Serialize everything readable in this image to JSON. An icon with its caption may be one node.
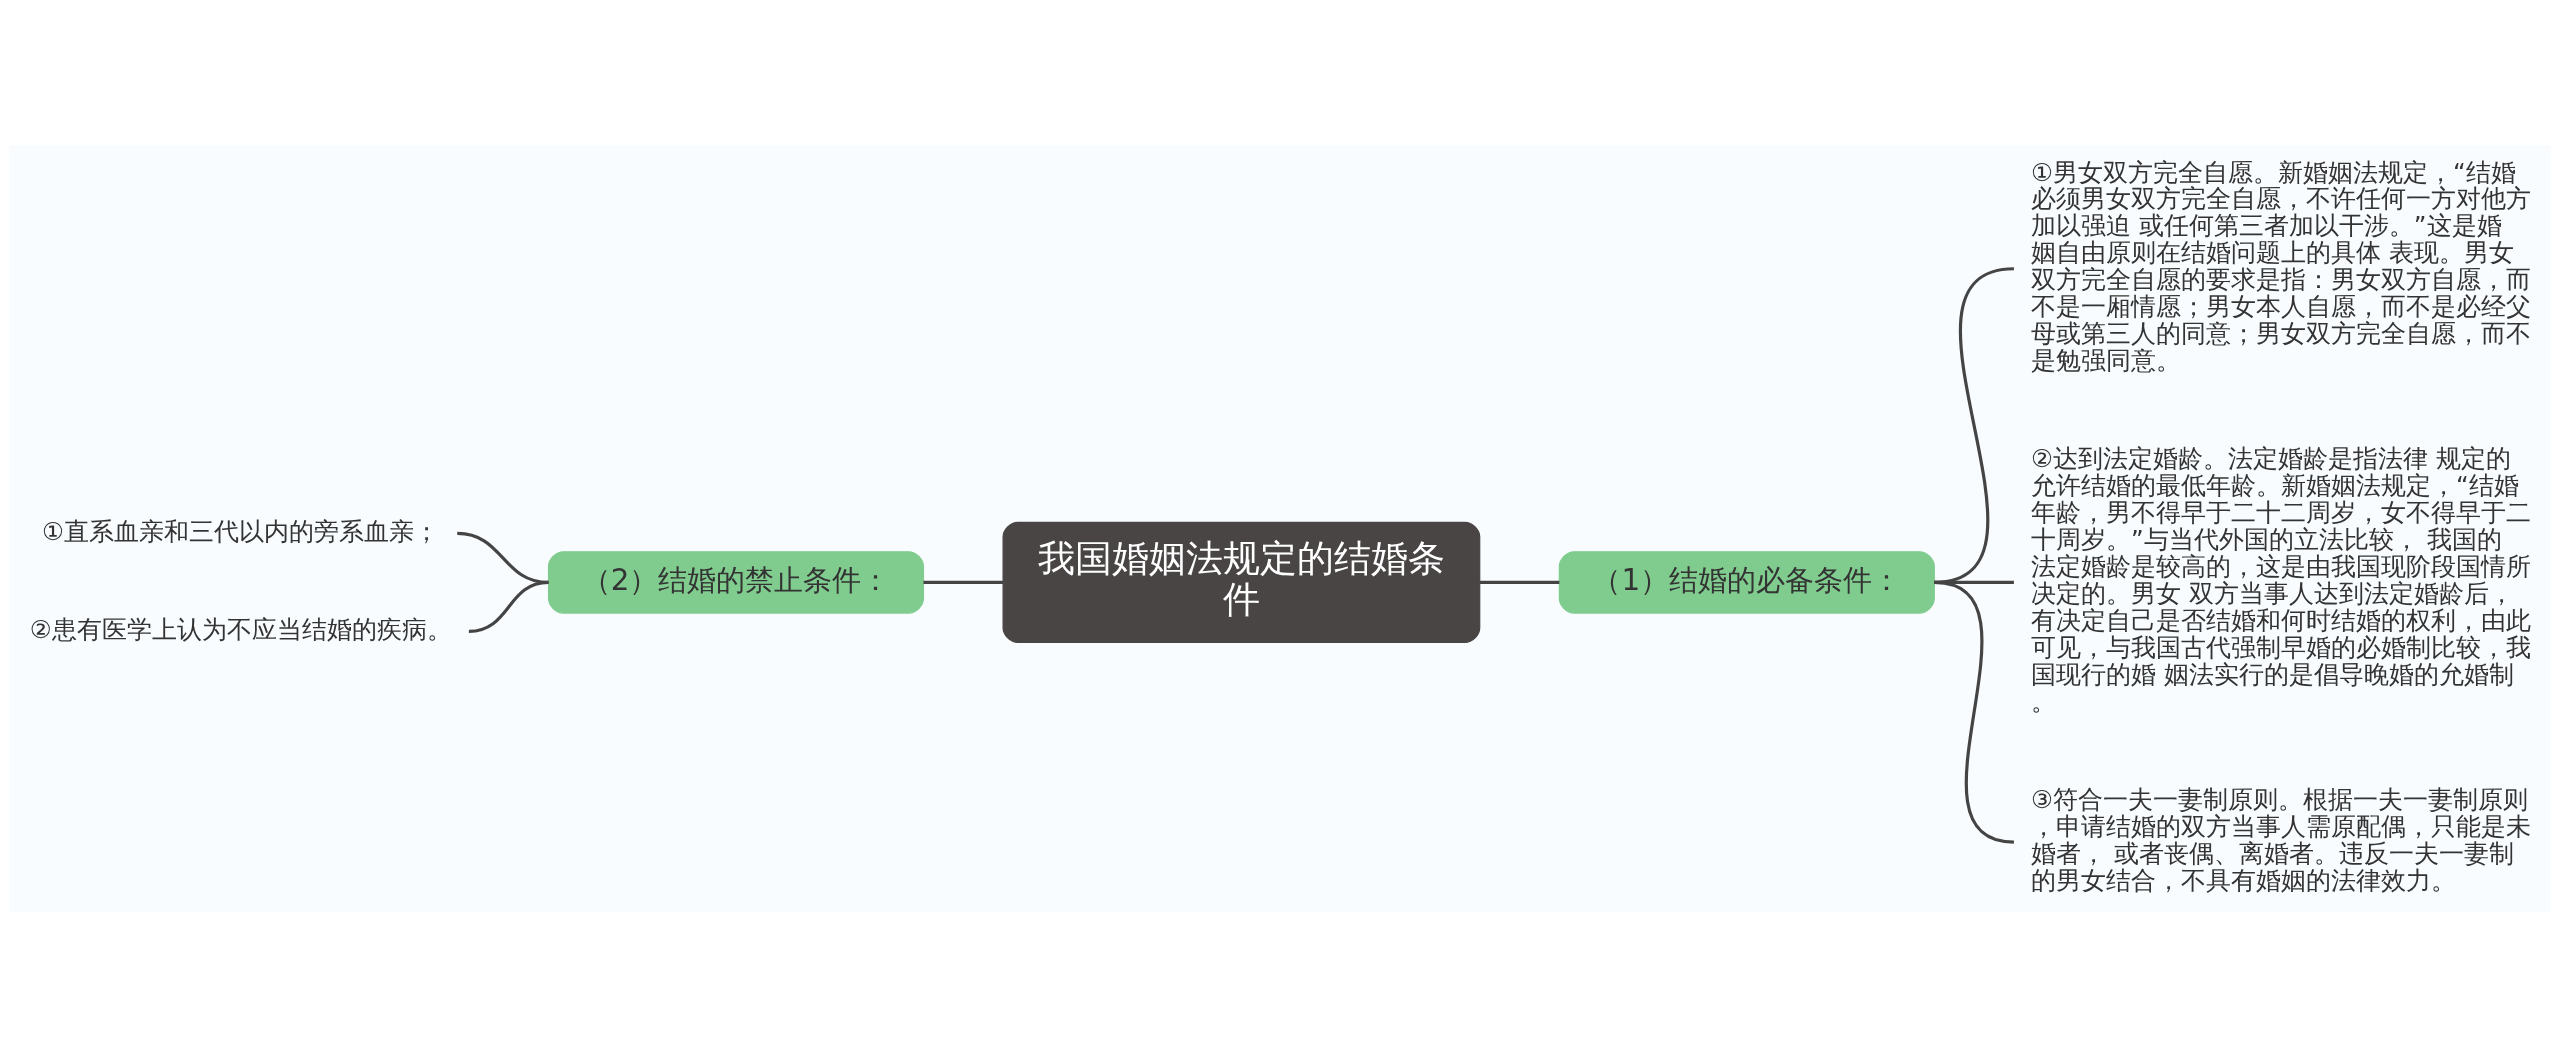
{
  "diagram": {
    "nodes": [
      {
        "text": [
          "我国婚姻法规定的结婚条件"
        ]
      },
      {
        "text": [
          "（1）结婚的必备条件："
        ]
      },
      {
        "text": [
          "①男女双方完全自愿。新婚姻法规定，“结婚必须男女双方完全自愿，不许任何一方对他方加以强迫 或任何第三者加以干涉。”这是婚姻自由原则在结婚问题上的具体 表现。男女双方完全自愿的要求是指：男女双方自愿，而不是一厢情愿；男女本人自愿，而不是必经父母或第三人的同意；男女双方完全自愿，而不是勉强同意。"
        ]
      },
      {
        "text": [
          "②达到法定婚龄。法定婚龄是指法律 规定的允许结婚的最低年龄。新婚姻法规定，“结婚年龄，男不得早于二十二周岁，女不得早于二十周岁。”与当代外国的立法比较， 我国的法定婚龄是较高的，这是由我国现阶段国情所决定的。男女 双方当事人达到法定婚龄后，有决定自己是否结婚和何时结婚的权利，由此可见，与我国古代强制早婚的必婚制比较，我国现行的婚 姻法实行的是倡导晚婚的允婚制。"
        ]
      },
      {
        "text": [
          "③符合一夫一妻制原则。根据一夫一妻制原则，申请结婚的双方当事人需原配偶，只能是未婚者， 或者丧偶、离婚者。违反一夫一妻制的男女结合，不具有婚姻的法律效力。"
        ]
      },
      {
        "text": [
          "（2）结婚的禁止条件："
        ]
      },
      {
        "text": [
          "①直系血亲和三代以内的旁系血亲；"
        ]
      },
      {
        "text": [
          "②患有医学上认为不应当结婚的疾病。"
        ]
      }
    ],
    "edges": [
      {
        "from": 0,
        "to": 1,
        "arrow": "none"
      },
      {
        "from": 1,
        "to": 2,
        "arrow": "none"
      },
      {
        "from": 1,
        "to": 3,
        "arrow": "none"
      },
      {
        "from": 1,
        "to": 4,
        "arrow": "none"
      },
      {
        "from": 0,
        "to": 5,
        "arrow": "none"
      },
      {
        "from": 5,
        "to": 6,
        "arrow": "none"
      },
      {
        "from": 5,
        "to": 7,
        "arrow": "none"
      }
    ]
  }
}
